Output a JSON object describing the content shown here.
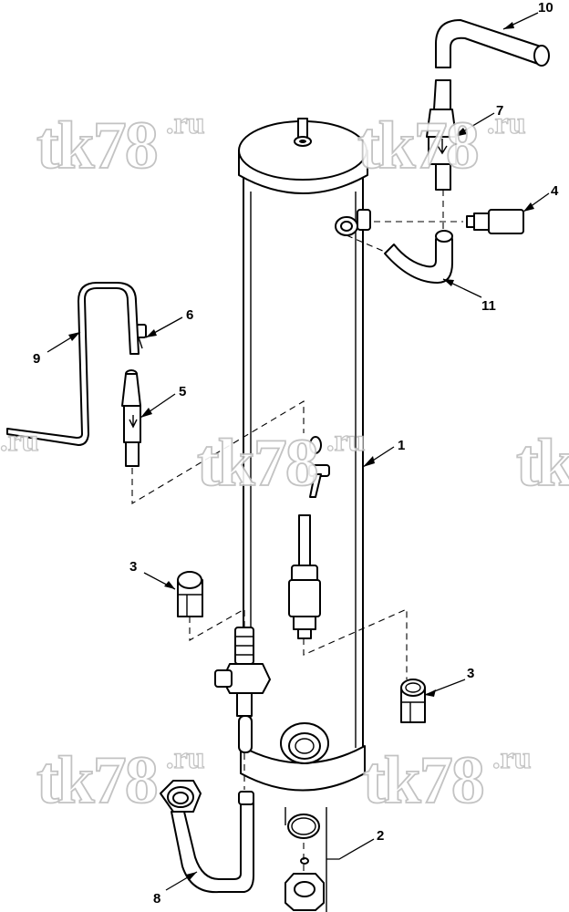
{
  "watermark": {
    "main": "tk78",
    "sub": ".ru"
  },
  "callouts": {
    "c1": "1",
    "c2": "2",
    "c3a": "3",
    "c3b": "3",
    "c4": "4",
    "c5": "5",
    "c6": "6",
    "c7": "7",
    "c8": "8",
    "c9": "9",
    "c10": "10",
    "c11": "11"
  }
}
